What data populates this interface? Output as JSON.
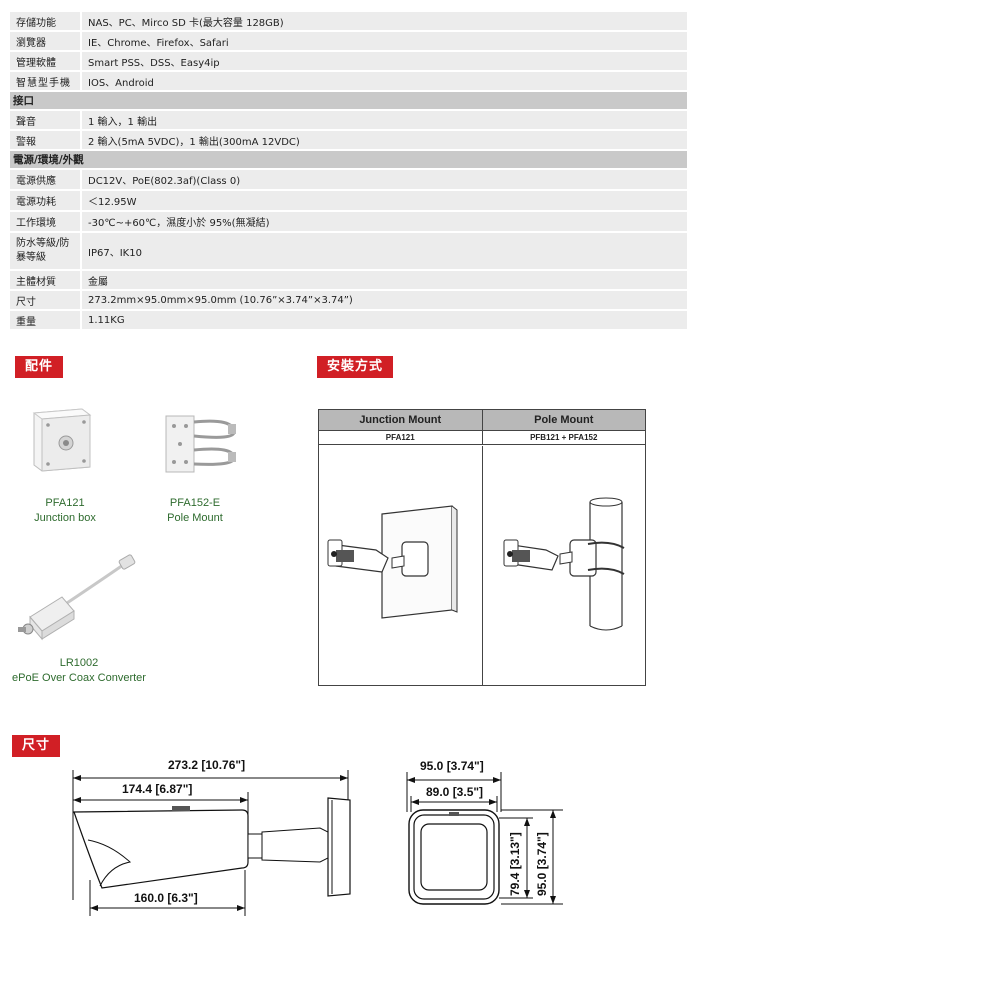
{
  "spec_rows": [
    {
      "type": "row",
      "key": "存儲功能",
      "value": "NAS、PC、Mirco SD 卡(最大容量 128GB)"
    },
    {
      "type": "row",
      "key": "瀏覽器",
      "value": "IE、Chrome、Firefox、Safari"
    },
    {
      "type": "row",
      "key": "管理軟體",
      "value": "Smart PSS、DSS、Easy4ip"
    },
    {
      "type": "row",
      "key": "智慧型手機",
      "value": "IOS、Android"
    },
    {
      "type": "section",
      "label": "接口"
    },
    {
      "type": "row",
      "key": "聲音",
      "value": "1 輸入，1 輸出"
    },
    {
      "type": "row",
      "key": "警報",
      "value": "2 輸入(5mA 5VDC)，1 輸出(300mA 12VDC)"
    },
    {
      "type": "section",
      "label": "電源/環境/外觀"
    },
    {
      "type": "row",
      "key": "電源供應",
      "value": "DC12V、PoE(802.3af)(Class 0)"
    },
    {
      "type": "row",
      "key": "電源功耗",
      "value": "＜12.95W"
    },
    {
      "type": "row",
      "key": "工作環境",
      "value": "-30℃~+60℃，濕度小於 95%(無凝結)"
    },
    {
      "type": "row",
      "key": "防水等級/防暴等級",
      "value": "IP67、IK10",
      "tall": true
    },
    {
      "type": "row",
      "key": "主體材質",
      "value": "金屬"
    },
    {
      "type": "row",
      "key": "尺寸",
      "value": "273.2mm×95.0mm×95.0mm (10.76”×3.74”×3.74”)"
    },
    {
      "type": "row",
      "key": "重量",
      "value": "1.11KG"
    }
  ],
  "sections": {
    "accessories": "配件",
    "installation": "安裝方式",
    "dimensions": "尺寸"
  },
  "accessories": [
    {
      "model": "PFA121",
      "name": "Junction box"
    },
    {
      "model": "PFA152-E",
      "name": "Pole Mount"
    },
    {
      "model": "LR1002",
      "name": "ePoE Over Coax Converter"
    }
  ],
  "mount_table": {
    "columns": [
      {
        "header": "Junction Mount",
        "sub": "PFA121"
      },
      {
        "header": "Pole Mount",
        "sub": "PFB121 + PFA152"
      }
    ]
  },
  "dimension_labels": {
    "overall_length": "273.2 [10.76\"]",
    "body_length": "174.4 [6.87\"]",
    "lower_length": "160.0 [6.3\"]",
    "front_width": "95.0 [3.74\"]",
    "inner_width": "89.0 [3.5\"]",
    "inner_height": "79.4 [3.13\"]",
    "front_height": "95.0 [3.74\"]"
  },
  "colors": {
    "accent": "#d11f25",
    "row_bg": "#ececec",
    "section_bg": "#c9c9c9"
  }
}
